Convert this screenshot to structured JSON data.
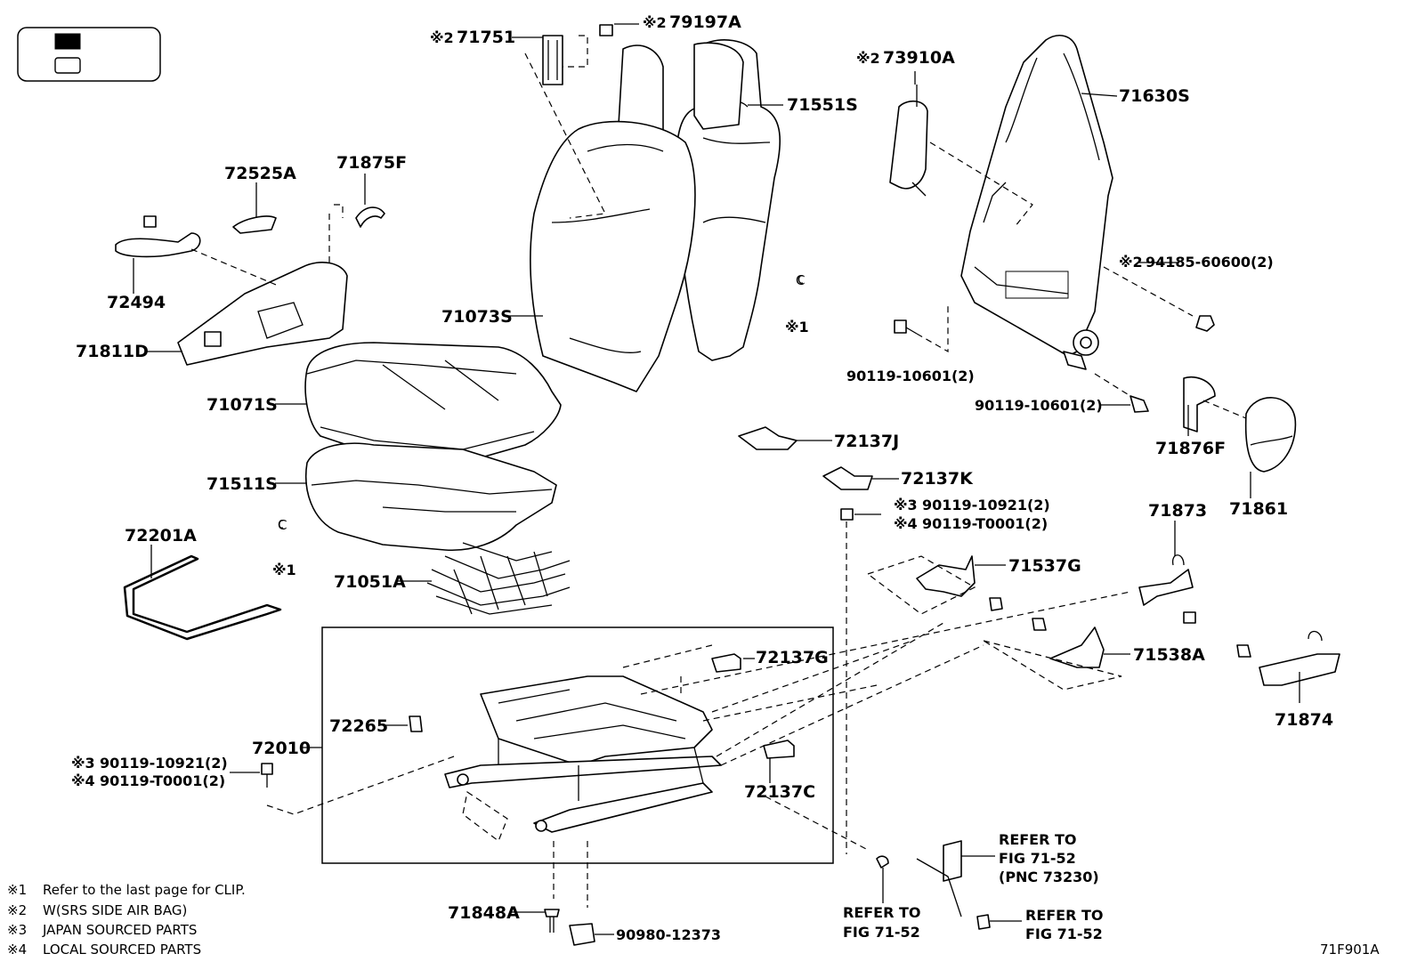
{
  "legend": {
    "swatch_dark_color": "#000000",
    "swatch_light_color": "#ffffff"
  },
  "parts": {
    "p71751": "71751",
    "p71751_mark": "※2",
    "p79197A": "79197A",
    "p79197A_mark": "※2",
    "p71551S": "71551S",
    "p73910A": "73910A",
    "p73910A_mark": "※2",
    "p71630S": "71630S",
    "p72525A": "72525A",
    "p71875F": "71875F",
    "p72494": "72494",
    "p71811D": "71811D",
    "p71073S": "71073S",
    "clip1_glyph": "C",
    "clip1_mark": "※1",
    "p94185": "94185-60600(2)",
    "p94185_mark": "※2",
    "p90119_10601a": "90119-10601(2)",
    "p90119_10601b": "90119-10601(2)",
    "p71071S": "71071S",
    "p72137J": "72137J",
    "p71876F": "71876F",
    "p71861": "71861",
    "p71511S": "71511S",
    "p72137K": "72137K",
    "p90119_10921a": "90119-10921(2)",
    "p90119_10921a_mark": "※3",
    "p90119_T0001a": "90119-T0001(2)",
    "p90119_T0001a_mark": "※4",
    "p72201A": "72201A",
    "clip2_glyph": "C",
    "clip2_mark": "※1",
    "p71873": "71873",
    "p71537G": "71537G",
    "p71051A": "71051A",
    "p72137G": "72137G",
    "p71538A": "71538A",
    "p71874": "71874",
    "p72265": "72265",
    "p72010": "72010",
    "p90119_10921b": "90119-10921(2)",
    "p90119_10921b_mark": "※3",
    "p90119_T0001b": "90119-T0001(2)",
    "p90119_T0001b_mark": "※4",
    "p72137C": "72137C",
    "p71848A": "71848A",
    "p90980": "90980-12373"
  },
  "references": {
    "ref_top_line1": "REFER TO",
    "ref_top_line2": "FIG 71-52",
    "ref_top_line3": "(PNC 73230)",
    "ref_left_line1": "REFER TO",
    "ref_left_line2": "FIG 71-52",
    "ref_right_line1": "REFER TO",
    "ref_right_line2": "FIG 71-52"
  },
  "notes": [
    {
      "mark": "※1",
      "text": "Refer to the last page for CLIP."
    },
    {
      "mark": "※2",
      "text": "W(SRS SIDE AIR BAG)"
    },
    {
      "mark": "※3",
      "text": "JAPAN SOURCED PARTS"
    },
    {
      "mark": "※4",
      "text": "LOCAL SOURCED PARTS"
    }
  ],
  "figure_code": "71F901A"
}
